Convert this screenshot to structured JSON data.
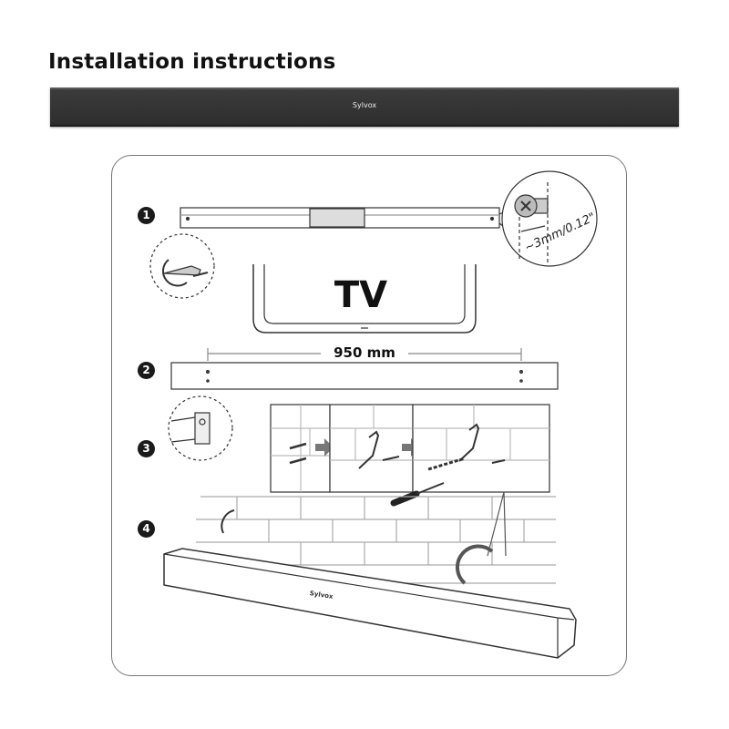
{
  "title": "Installation instructions",
  "product_logo": "Sylvox",
  "steps": [
    "1",
    "2",
    "3",
    "4"
  ],
  "diagram": {
    "tv_label": "TV",
    "screw_depth_label": "~3mm/0.12\"",
    "spacing_label": "950 mm",
    "soundbar_logo": "Sylvox"
  }
}
